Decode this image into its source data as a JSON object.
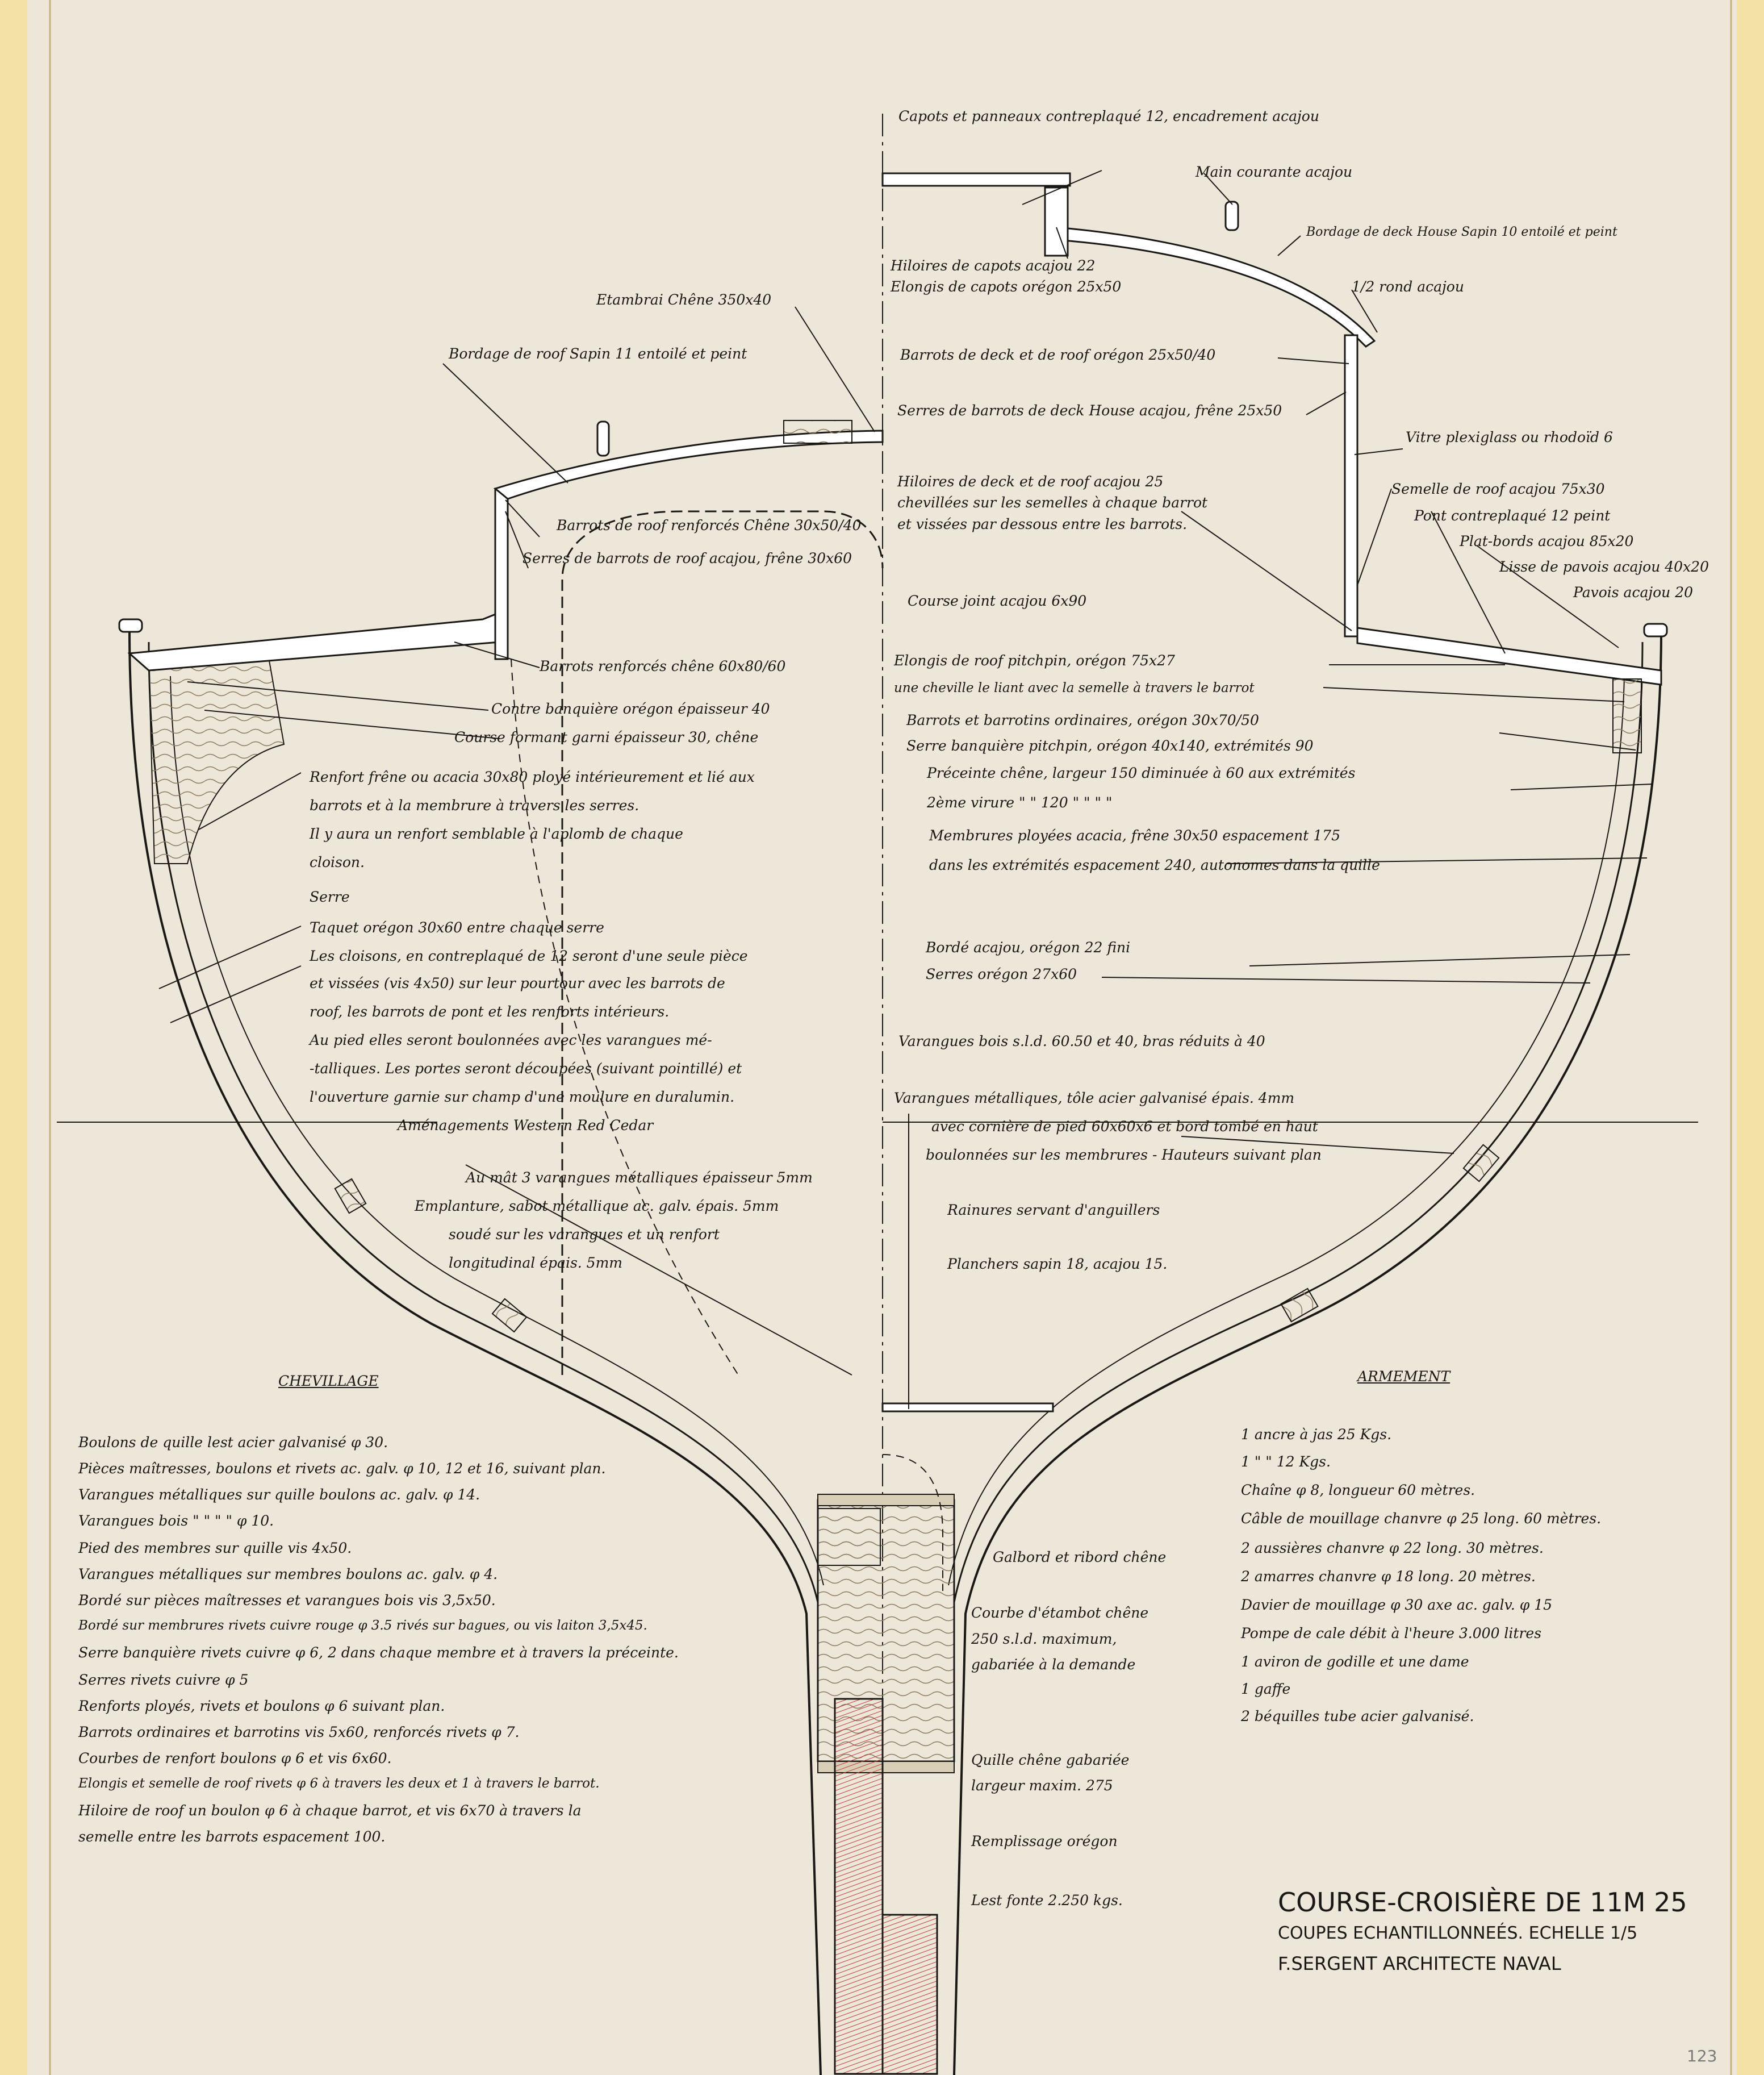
{
  "title_block": {
    "line1": "COURSE-CROISIÈRE DE 11M 25",
    "line2": "COUPES ECHANTILLONNEÉS. ECHELLE 1/5",
    "line3": "F.SERGENT ARCHITECTE NAVAL"
  },
  "sheet_number": "123",
  "labels_left": [
    "Etambrai Chêne 350x40",
    "Bordage de roof Sapin 11 entoilé et peint",
    "Barrots de roof renforcés Chêne 30x50/40",
    "Serres de barrots de roof acajou, frêne 30x60",
    "Barrots renforcés chêne 60x80/60",
    "Contre banquière orégon épaisseur 40",
    "Course formant garni épaisseur 30, chêne",
    "Renfort frêne ou acacia 30x80 ployé intérieurement et lié aux",
    "barrots et à la membrure à travers les serres.",
    "Il y aura un renfort semblable à l'aplomb de chaque",
    "cloison.",
    "Serre",
    "Taquet orégon 30x60 entre chaque serre",
    "Les cloisons, en contreplaqué de 12 seront d'une seule pièce",
    "et vissées (vis 4x50) sur leur pourtour avec les barrots de",
    "roof, les barrots de pont et les renforts intérieurs.",
    "Au pied elles seront boulonnées avec les varangues mé-",
    "-talliques. Les portes seront découpées (suivant pointillé) et",
    "l'ouverture garnie sur champ d'une moulure en duralumin.",
    "Aménagements Western Red Cedar",
    "Au mât 3 varangues métalliques épaisseur 5mm",
    "Emplanture, sabot métallique ac. galv. épais. 5mm",
    "soudé sur les varangues et un renfort",
    "longitudinal épais. 5mm"
  ],
  "labels_right": [
    "Capots et panneaux contreplaqué 12, encadrement acajou",
    "Main courante acajou",
    "Bordage de deck House Sapin 10 entoilé et peint",
    "Hiloires de capots acajou 22",
    "Elongis de capots orégon 25x50",
    "1/2 rond acajou",
    "Barrots de deck et de roof orégon 25x50/40",
    "Serres de barrots de deck House acajou, frêne 25x50",
    "Vitre plexiglass ou rhodoïd 6",
    "Hiloires de deck et de roof acajou 25",
    "chevillées sur les semelles à chaque barrot",
    "et vissées par dessous entre les barrots.",
    "Semelle de roof acajou 75x30",
    "Pont contreplaqué 12 peint",
    "Plat-bords acajou 85x20",
    "Lisse de pavois acajou 40x20",
    "Pavois acajou 20",
    "Course joint acajou 6x90",
    "Elongis de roof pitchpin, orégon 75x27",
    "une cheville le liant avec la semelle à travers le barrot",
    "Barrots et barrotins ordinaires, orégon 30x70/50",
    "Serre banquière pitchpin, orégon 40x140, extrémités 90",
    "Préceinte chêne, largeur 150 diminuée à 60 aux extrémités",
    "2ème virure  \"   \"   120  \"   \"   \"   \"",
    "Membrures ployées acacia, frêne 30x50 espacement 175",
    "dans les extrémités espacement 240, autonomes dans la quille",
    "Bordé acajou, orégon 22 fini",
    "Serres orégon 27x60",
    "Varangues bois s.l.d. 60.50 et 40, bras réduits à 40",
    "Varangues métalliques, tôle acier galvanisé épais. 4mm",
    "avec cornière de pied 60x60x6 et bord tombé en haut",
    "boulonnées sur les membrures - Hauteurs suivant plan",
    "Rainures servant d'anguillers",
    "Planchers sapin 18, acajou 15.",
    "Galbord et ribord chêne",
    "Courbe d'étambot chêne",
    "250 s.l.d. maximum,",
    "gabariée à la demande",
    "Quille chêne gabariée",
    "largeur maxim. 275",
    "Remplissage orégon",
    "Lest fonte 2.250 kgs."
  ],
  "chevillage": {
    "heading": "CHEVILLAGE",
    "lines": [
      "Boulons de quille lest acier galvanisé φ 30.",
      "Pièces maîtresses, boulons et rivets ac. galv. φ 10, 12 et 16, suivant plan.",
      "Varangues métalliques sur quille boulons ac. galv. φ 14.",
      "Varangues bois   \"   \"   \"   \"   φ 10.",
      "Pied des membres sur quille vis 4x50.",
      "Varangues métalliques sur membres boulons ac. galv. φ 4.",
      "Bordé sur pièces maîtresses et varangues bois vis 3,5x50.",
      "Bordé sur membrures rivets cuivre rouge φ 3.5 rivés sur bagues, ou vis laiton 3,5x45.",
      "Serre banquière rivets cuivre φ 6, 2 dans chaque membre et à travers la préceinte.",
      "Serres rivets cuivre φ 5",
      "Renforts ployés, rivets et boulons φ 6 suivant plan.",
      "Barrots ordinaires et barrotins vis 5x60, renforcés rivets φ 7.",
      "Courbes de renfort boulons φ 6 et vis 6x60.",
      "Elongis et semelle de roof rivets φ 6 à travers les deux et 1 à travers le barrot.",
      "Hiloire de roof un boulon φ 6 à chaque barrot, et vis 6x70 à travers la",
      "semelle entre les barrots espacement 100."
    ]
  },
  "armement": {
    "heading": "ARMEMENT",
    "lines": [
      "1 ancre à jas 25 Kgs.",
      "1   \"   \"   12 Kgs.",
      "Chaîne φ 8, longueur 60 mètres.",
      "Câble de mouillage chanvre φ 25 long. 60 mètres.",
      "2 aussières chanvre φ 22 long. 30 mètres.",
      "2 amarres chanvre φ 18 long. 20 mètres.",
      "Davier de mouillage φ 30 axe ac. galv. φ 15",
      "Pompe de cale débit à l'heure 3.000 litres",
      "1 aviron de godille et une dame",
      "1 gaffe",
      "2 béquilles tube acier galvanisé."
    ]
  },
  "colors": {
    "paper": "#ece7d9",
    "border_tape": "#f3e1a6",
    "ink": "#1a1814",
    "ballast_red": "#e08080"
  }
}
